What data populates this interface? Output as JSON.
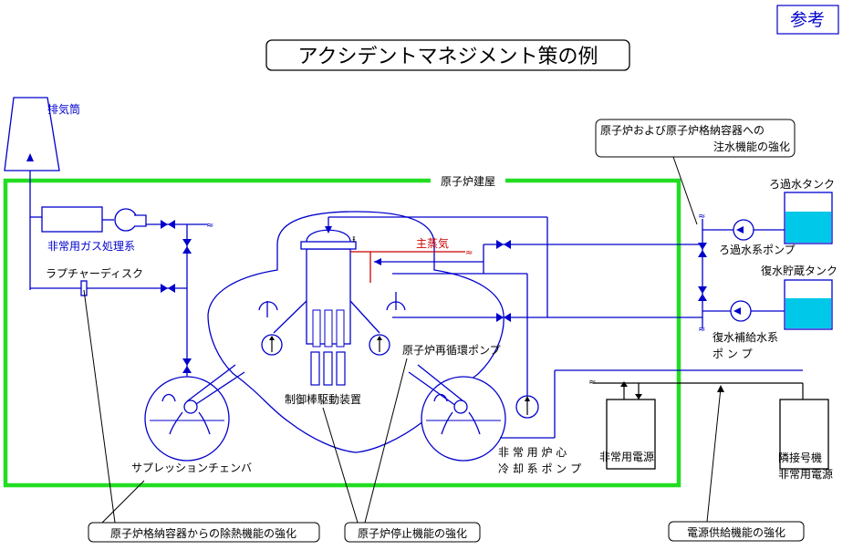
{
  "badge": "参考",
  "title": "アクシデントマネジメント策の例",
  "labels": {
    "stack": "排気筒",
    "building": "原子炉建屋",
    "gas_treatment": "非常用ガス処理系",
    "rupture_disk": "ラプチャーディスク",
    "main_steam": "主蒸気",
    "recirc_pump": "原子炉再循環ポンプ",
    "crd": "制御棒駆動装置",
    "suppression_chamber": "サプレッションチェンバ",
    "eccs_pump_line1": "非 常 用 炉 心",
    "eccs_pump_line2": "冷 却 系 ポ ン プ",
    "filtered_tank": "ろ過水タンク",
    "filtered_pump": "ろ過水系ポンプ",
    "condensate_tank": "復水貯蔵タンク",
    "makeup_pump_line1": "復水補給水系",
    "makeup_pump_line2": "ポ ン プ",
    "emergency_power": "非常用電源",
    "adjacent_line1": "隣接号機",
    "adjacent_line2": "非常用電源"
  },
  "callouts": {
    "injection_line1": "原子炉および原子炉格納容器への",
    "injection_line2": "注水機能の強化",
    "heat_removal": "原子炉格納容器からの除熱機能の強化",
    "shutdown": "原子炉停止機能の強化",
    "power_supply": "電源供給機能の強化"
  },
  "colors": {
    "pipe": "#0000cc",
    "building": "#22dd22",
    "steam": "#cc0000",
    "water": "#00c8e8",
    "text_blue": "#0000cc",
    "text_black": "#000000"
  }
}
